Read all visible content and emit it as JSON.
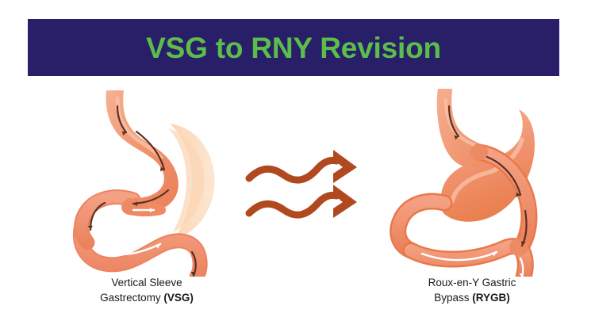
{
  "slide": {
    "background_color": "#ffffff",
    "title": {
      "text": "VSG to RNY Revision",
      "text_color": "#5CBE4A",
      "banner_color": "#291F69"
    }
  },
  "palette": {
    "navy": "#291F69",
    "green": "#5CBE4A",
    "salmon": "#F0906B",
    "salmon_light": "#F7B193",
    "salmon_dark": "#E8734A",
    "peach_pale": "#FBD5B4",
    "peach_pale_light": "#FCE3CC",
    "rust_arrow": "#B0491F",
    "arrow_dark": "#5A3024",
    "arrow_white": "#FFFFFF",
    "caption_text": "#1A1A1A"
  },
  "figures": [
    {
      "id": "vsg",
      "icon_name": "vertical-sleeve-gastrectomy-diagram",
      "caption_line_1": "Vertical Sleeve",
      "caption_line_2_prefix": "Gastrectomy ",
      "caption_abbreviation": "(VSG)",
      "parts": [
        "esophagus",
        "sleeve-stomach-tube",
        "resected-stomach-remnant",
        "pylorus",
        "duodenum",
        "jejunum"
      ],
      "flow_arrows": [
        "esophagus-down-arrow-dark",
        "sleeve-down-arrow-dark",
        "antrum-left-arrow-dark",
        "antrum-right-arrow-white",
        "duodenum-down-arrow-dark",
        "jejunum-right-arrow-white",
        "jejunum-down-arrow-dark"
      ]
    },
    {
      "id": "rygb",
      "icon_name": "roux-en-y-gastric-bypass-diagram",
      "caption_line_1": "Roux-en-Y Gastric",
      "caption_line_2_prefix": "Bypass ",
      "caption_abbreviation": "(RYGB)",
      "parts": [
        "esophagus",
        "gastric-pouch",
        "bypassed-stomach-remnant",
        "roux-limb",
        "biliopancreatic-limb",
        "jejunojejunostomy",
        "common-channel"
      ],
      "flow_arrows": [
        "esophagus-down-arrow-dark",
        "roux-limb-down-arrow-dark",
        "roux-limb-lower-arrow-dark",
        "common-channel-right-arrow-white",
        "common-channel-down-arrow-white"
      ]
    }
  ],
  "transition": {
    "icon_name": "double-wavy-right-arrow",
    "arrow_count": 2,
    "direction": "right",
    "color": "#B0491F"
  }
}
